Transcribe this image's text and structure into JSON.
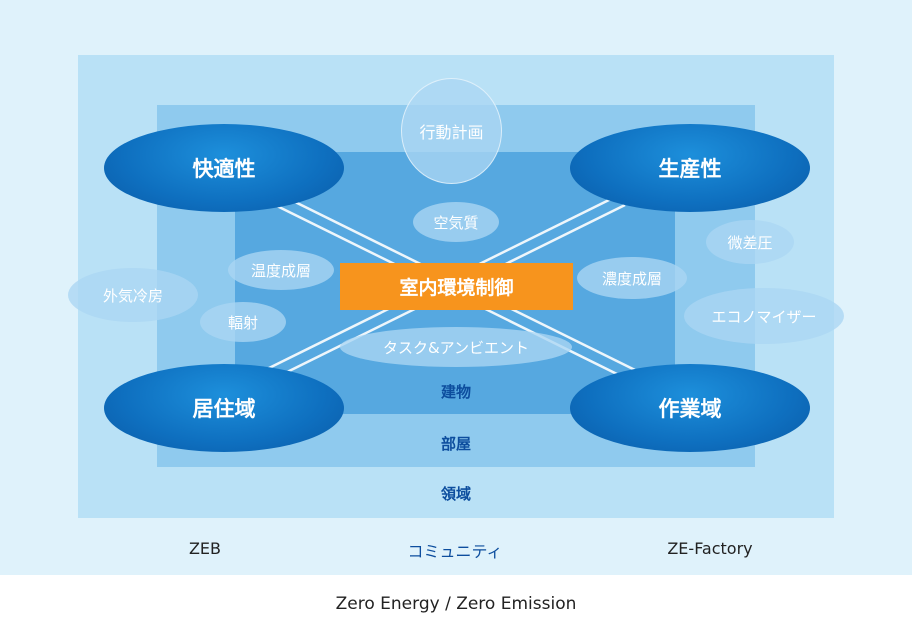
{
  "diagram": {
    "nodes": {
      "comfort": "快適性",
      "productivity": "生産性",
      "living_area": "居住域",
      "work_area": "作業域",
      "center": "室内環境制御",
      "action_plan": "行動計画"
    },
    "factors": {
      "air_quality": "空気質",
      "temp_strat": "温度成層",
      "radiation": "輻射",
      "conc_strat": "濃度成層",
      "task_ambient": "タスク&アンビエント",
      "outdoor_cooling": "外気冷房",
      "micro_diff_pressure": "微差圧",
      "economizer": "エコノマイザー"
    },
    "layers": {
      "building": "建物",
      "room": "部屋",
      "domain": "領域"
    },
    "bottom_labels": {
      "zeb": "ZEB",
      "community": "コミュニティ",
      "ze_factory": "ZE-Factory"
    },
    "footer": "Zero Energy / Zero Emission",
    "colors": {
      "outer_band": "#dff2fb",
      "domain_box": "#b9e1f6",
      "room_box": "#8fcaee",
      "building_box": "#56a8e0",
      "dark_ellipse": "#0e6fbf",
      "center_box": "#f7941d",
      "layer_text": "#0d4e9e"
    }
  }
}
